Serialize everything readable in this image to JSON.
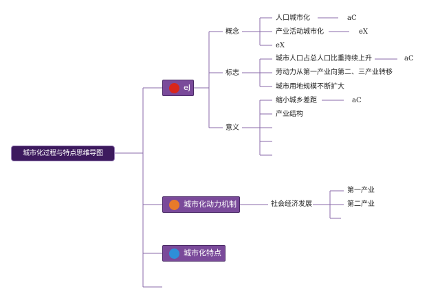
{
  "root": {
    "label": "城市化过程与特点思维导图"
  },
  "branches": [
    {
      "label": "eJ",
      "dot_color": "#d8261c"
    },
    {
      "label": "城市化动力机制",
      "dot_color": "#e87a2a"
    },
    {
      "label": "城市化特点",
      "dot_color": "#2e8fd8"
    }
  ],
  "concept": {
    "label": "概念",
    "items": [
      {
        "text": "人口城市化",
        "note": "aC"
      },
      {
        "text": "产业活动城市化",
        "note": "eX"
      },
      {
        "text": "eX"
      }
    ]
  },
  "sign": {
    "label": "标志",
    "items": [
      {
        "text": "城市人口占总人口比重持续上升",
        "note": "aC"
      },
      {
        "text": "劳动力从第一产业向第二、三产业转移"
      },
      {
        "text": "城市用地规模不断扩大"
      }
    ]
  },
  "meaning": {
    "label": "意义",
    "items": [
      {
        "text": "缩小城乡差距",
        "note": "aC"
      },
      {
        "text": "产业结构"
      }
    ]
  },
  "dynamics": {
    "label": "社会经济发展",
    "items": [
      {
        "text": "第一产业"
      },
      {
        "text": "第二产业"
      }
    ]
  },
  "line_color": "#8a6aa8"
}
